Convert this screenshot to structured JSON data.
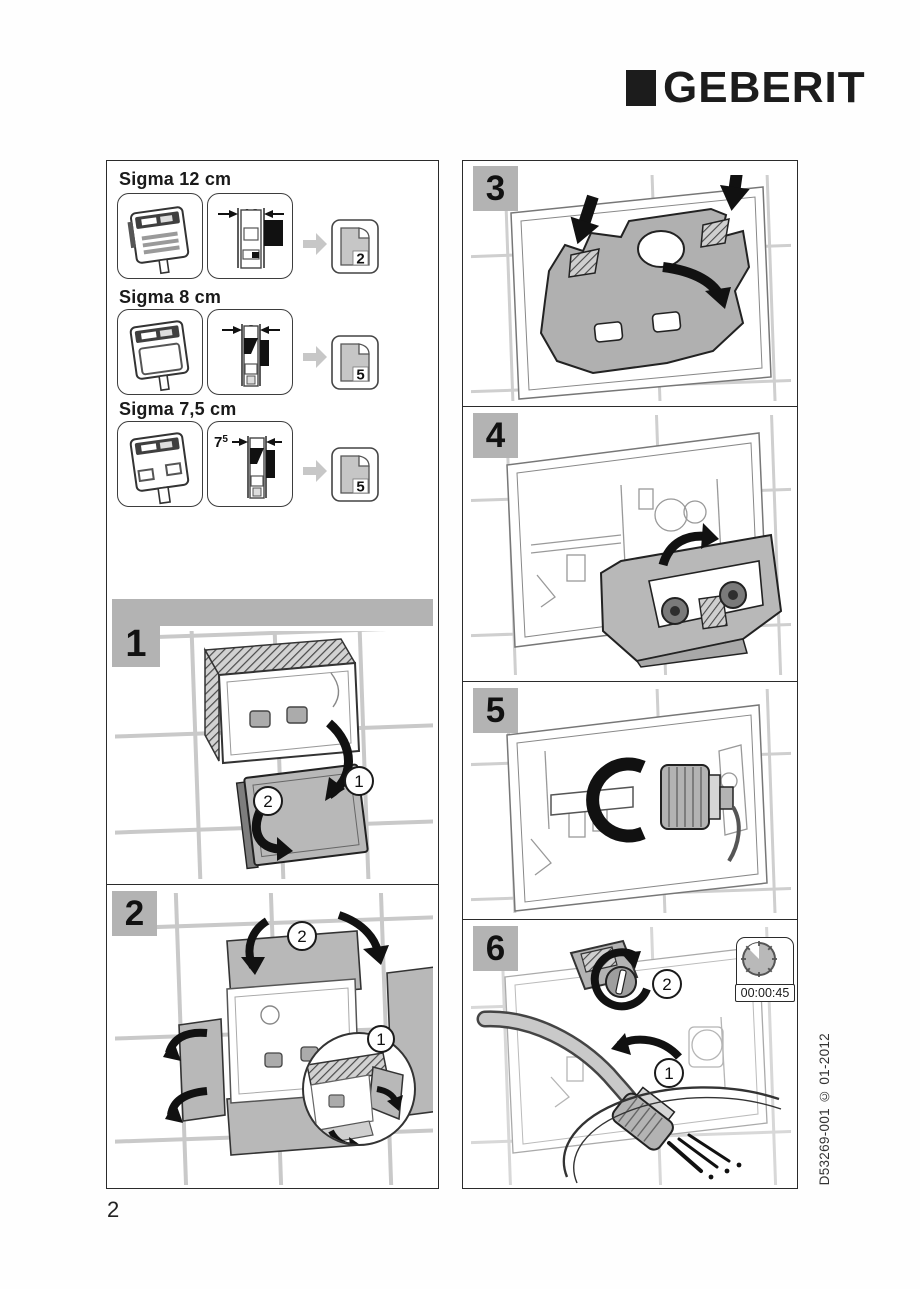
{
  "brand": {
    "logo_text": "GEBERIT"
  },
  "colors": {
    "brand_black": "#1c1c1c",
    "panel_gray": "#b3b3b3",
    "illustration_gray": "#b8b8b8"
  },
  "model_selector": {
    "items": [
      {
        "label": "Sigma 12 cm",
        "dimension": "12",
        "dimension_sup": "",
        "target_page": "2"
      },
      {
        "label": "Sigma 8 cm",
        "dimension": "8",
        "dimension_sup": "",
        "target_page": "5"
      },
      {
        "label": "Sigma 7,5 cm",
        "dimension": "7",
        "dimension_sup": "5",
        "target_page": "5"
      }
    ]
  },
  "steps": [
    {
      "number": "1",
      "callouts": [
        "1",
        "2"
      ]
    },
    {
      "number": "2",
      "callouts": [
        "2",
        "1"
      ]
    },
    {
      "number": "3",
      "callouts": []
    },
    {
      "number": "4",
      "callouts": []
    },
    {
      "number": "5",
      "callouts": []
    },
    {
      "number": "6",
      "callouts": [
        "2",
        "1"
      ],
      "timer": "00:00:45"
    }
  ],
  "footer": {
    "page_number": "2",
    "document_ref": "D53269-001 © 01-2012"
  }
}
